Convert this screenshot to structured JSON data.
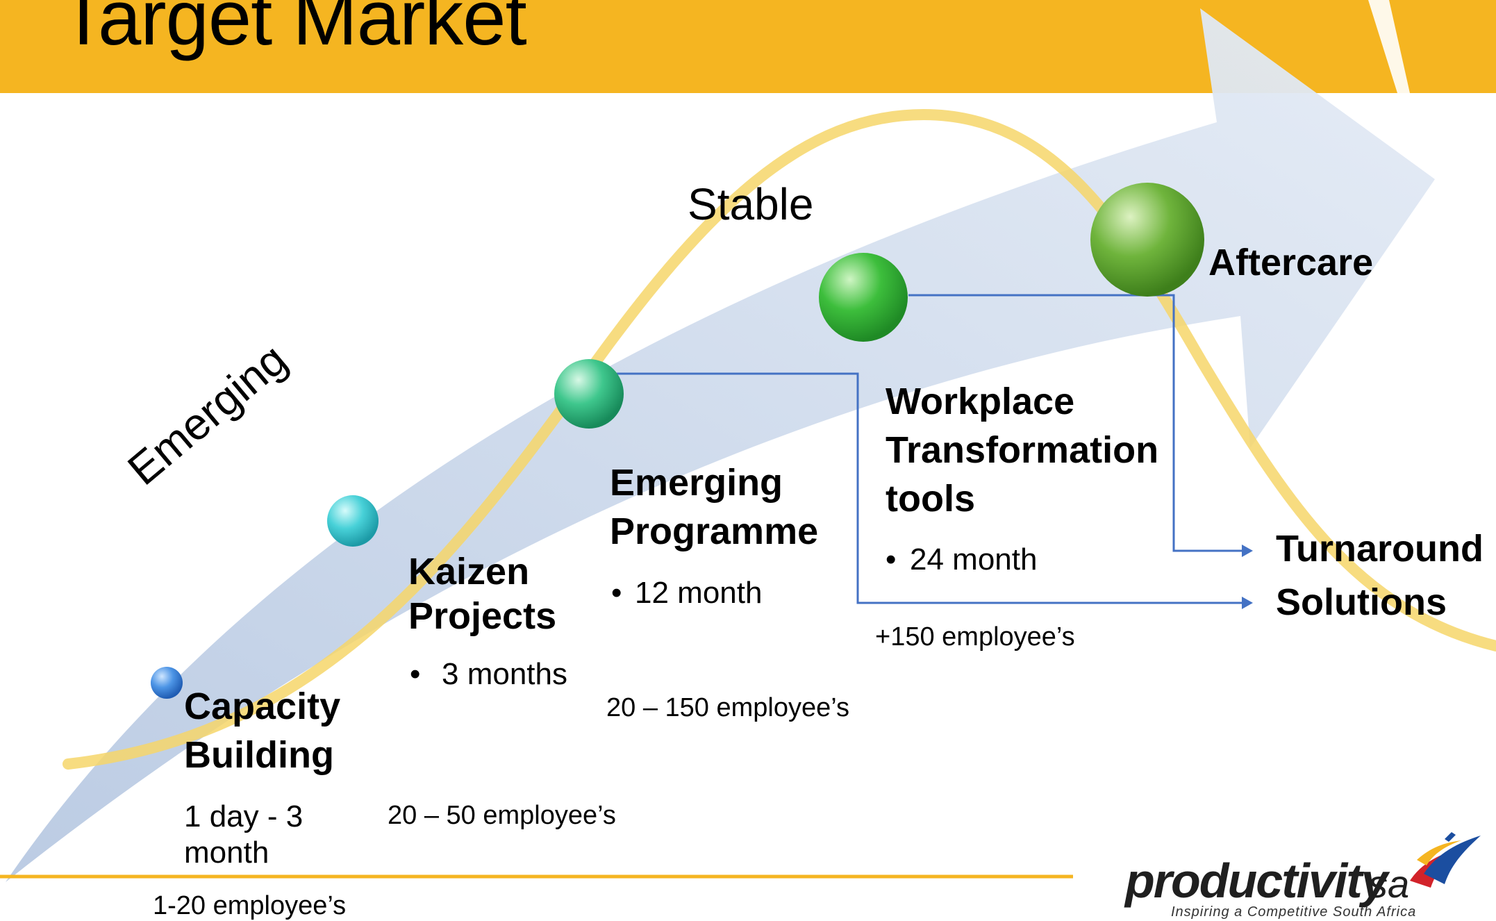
{
  "title": "Target Market",
  "stages": {
    "emerging": "Emerging",
    "stable": "Stable"
  },
  "steps": [
    {
      "title_lines": [
        "Capacity",
        "Building"
      ],
      "duration_lines": [
        "1 day - 3",
        "month"
      ],
      "employees": "1-20 employee’s"
    },
    {
      "title_lines": [
        "Kaizen",
        "Projects"
      ],
      "duration": "3 months",
      "employees": "20 – 50 employee’s"
    },
    {
      "title_lines": [
        "Emerging",
        "Programme"
      ],
      "duration": "12 month",
      "employees": "20 – 150 employee’s"
    },
    {
      "title_lines": [
        "Workplace",
        "Transformation",
        "tools"
      ],
      "duration": "24 month",
      "employees": "+150 employee’s"
    },
    {
      "title_lines": [
        "Aftercare"
      ]
    }
  ],
  "outcome_lines": [
    "Turnaround",
    "Solutions"
  ],
  "bullet_symbol": "•",
  "logo": {
    "name": "productivity",
    "suffix": "sa",
    "tagline": "Inspiring a Competitive South Africa"
  },
  "colors": {
    "header": "#F5B521",
    "arrow": "#C9D6EA",
    "curve": "#F6D66A",
    "connector": "#4472C4",
    "footer_line": "#F5B521",
    "logo_red": "#D2232A",
    "logo_blue": "#1B4EA0",
    "logo_yellow": "#F5B521"
  }
}
